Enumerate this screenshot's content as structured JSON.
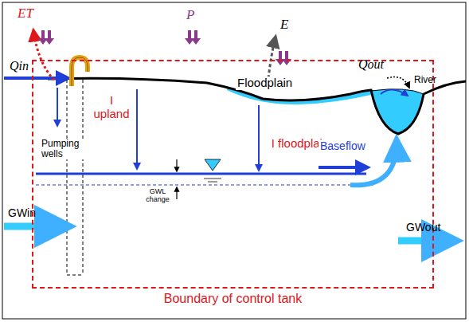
{
  "diagram": {
    "nodes": [
      {
        "text": [
          "Boundary of control tank"
        ]
      }
    ],
    "labels": [
      "ET",
      "P",
      "E",
      "Qin",
      "Qout",
      "River",
      "Floodplain",
      "Pumping wells",
      "I upland",
      "I floodplain",
      "Baseflow",
      "GWL change",
      "GWin",
      "GWout"
    ]
  }
}
